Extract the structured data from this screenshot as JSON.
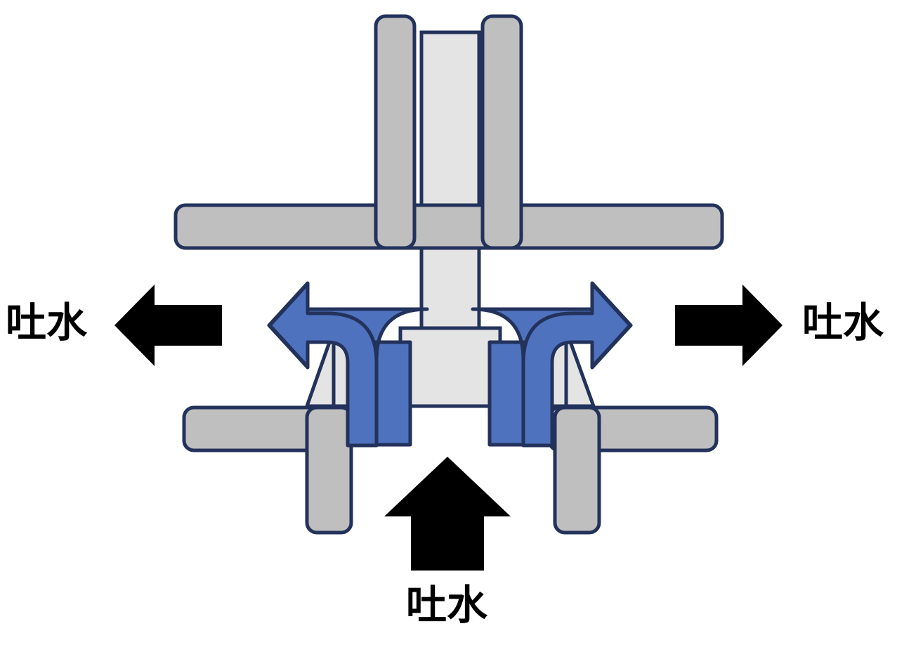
{
  "diagram": {
    "title": "吐水",
    "type": "valve-flow-schematic",
    "colors": {
      "stroke": "#23325b",
      "body_fill": "#e4e4e4",
      "bar_fill": "#bfbfbf",
      "flow_arrow_fill": "#4f72bf",
      "direction_arrow_fill": "#000000",
      "background": "#ffffff"
    },
    "labels": [
      {
        "id": "left",
        "text": "吐水",
        "direction": "left"
      },
      {
        "id": "right",
        "text": "吐水",
        "direction": "right"
      },
      {
        "id": "bottom",
        "text": "吐水",
        "direction": "up"
      }
    ],
    "arrows": {
      "outlet_left": {
        "name": "黒矢印 左",
        "direction": "left",
        "color": "#000000"
      },
      "outlet_right": {
        "name": "黒矢印 右",
        "direction": "right",
        "color": "#000000"
      },
      "inlet_bottom": {
        "name": "黒矢印 下",
        "direction": "up",
        "color": "#000000"
      },
      "flow_left": {
        "name": "水流 左",
        "direction": "up-then-left",
        "color": "#4f72bf"
      },
      "flow_right": {
        "name": "水流 右",
        "direction": "up-then-right",
        "color": "#4f72bf"
      }
    },
    "parts": {
      "stem": "中央ステム",
      "body": "弁体",
      "wing_left": "左テーパー部",
      "wing_right": "右テーパー部",
      "seat_bar_top": "上部シートバー",
      "seat_bar_bottom_left": "下部シートバー 左",
      "seat_bar_bottom_right": "下部シートバー 右",
      "guide_left_upper": "上部ガイド 左",
      "guide_right_upper": "上部ガイド 右",
      "guide_left_lower": "下部ガイド 左",
      "guide_right_lower": "下部ガイド 右"
    }
  }
}
